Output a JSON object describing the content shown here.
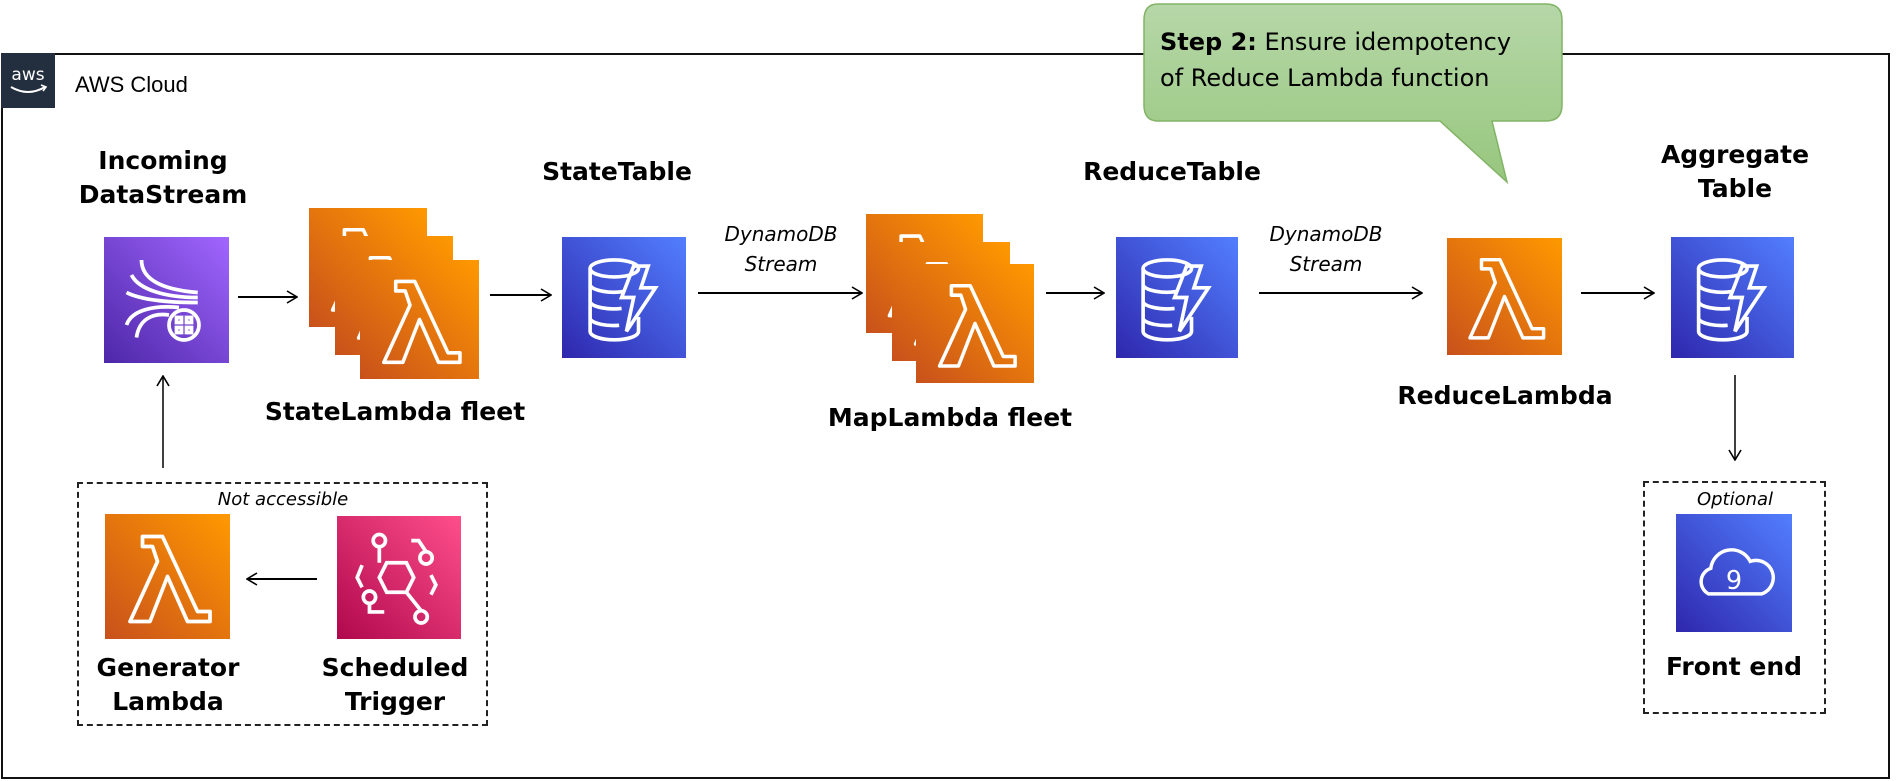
{
  "cloud": {
    "title": "AWS Cloud",
    "logo": "aws"
  },
  "callout": {
    "step": "Step 2:",
    "text_line1": " Ensure idempotency",
    "text_line2": "of Reduce Lambda function"
  },
  "nodes": {
    "incoming": {
      "line1": "Incoming",
      "line2": "DataStream",
      "icon": "kinesis-data-streams-icon"
    },
    "state_lambda": {
      "label": "StateLambda fleet",
      "icon": "lambda-icon"
    },
    "state_table": {
      "label": "StateTable",
      "icon": "dynamodb-icon"
    },
    "map_lambda": {
      "label": "MapLambda fleet",
      "icon": "lambda-icon"
    },
    "reduce_table": {
      "label": "ReduceTable",
      "icon": "dynamodb-icon"
    },
    "reduce_lambda": {
      "label": "ReduceLambda",
      "icon": "lambda-icon"
    },
    "aggregate_table": {
      "line1": "Aggregate",
      "line2": "Table",
      "icon": "dynamodb-icon"
    },
    "front_end": {
      "label": "Front end",
      "icon": "cloud9-icon"
    },
    "generator": {
      "line1": "Generator",
      "line2": "Lambda",
      "icon": "lambda-icon"
    },
    "scheduled": {
      "line1": "Scheduled",
      "line2": "Trigger",
      "icon": "eventbridge-icon"
    }
  },
  "edges": {
    "stream1": {
      "line1": "DynamoDB",
      "line2": "Stream"
    },
    "stream2": {
      "line1": "DynamoDB",
      "line2": "Stream"
    }
  },
  "groups": {
    "not_accessible": "Not accessible",
    "optional": "Optional"
  },
  "colors": {
    "lambda": "#FF9900",
    "dynamodb": "#527FFF",
    "kinesis": "#A166FF",
    "eventbridge": "#FF4F8B",
    "callout": "#A9D18E"
  }
}
